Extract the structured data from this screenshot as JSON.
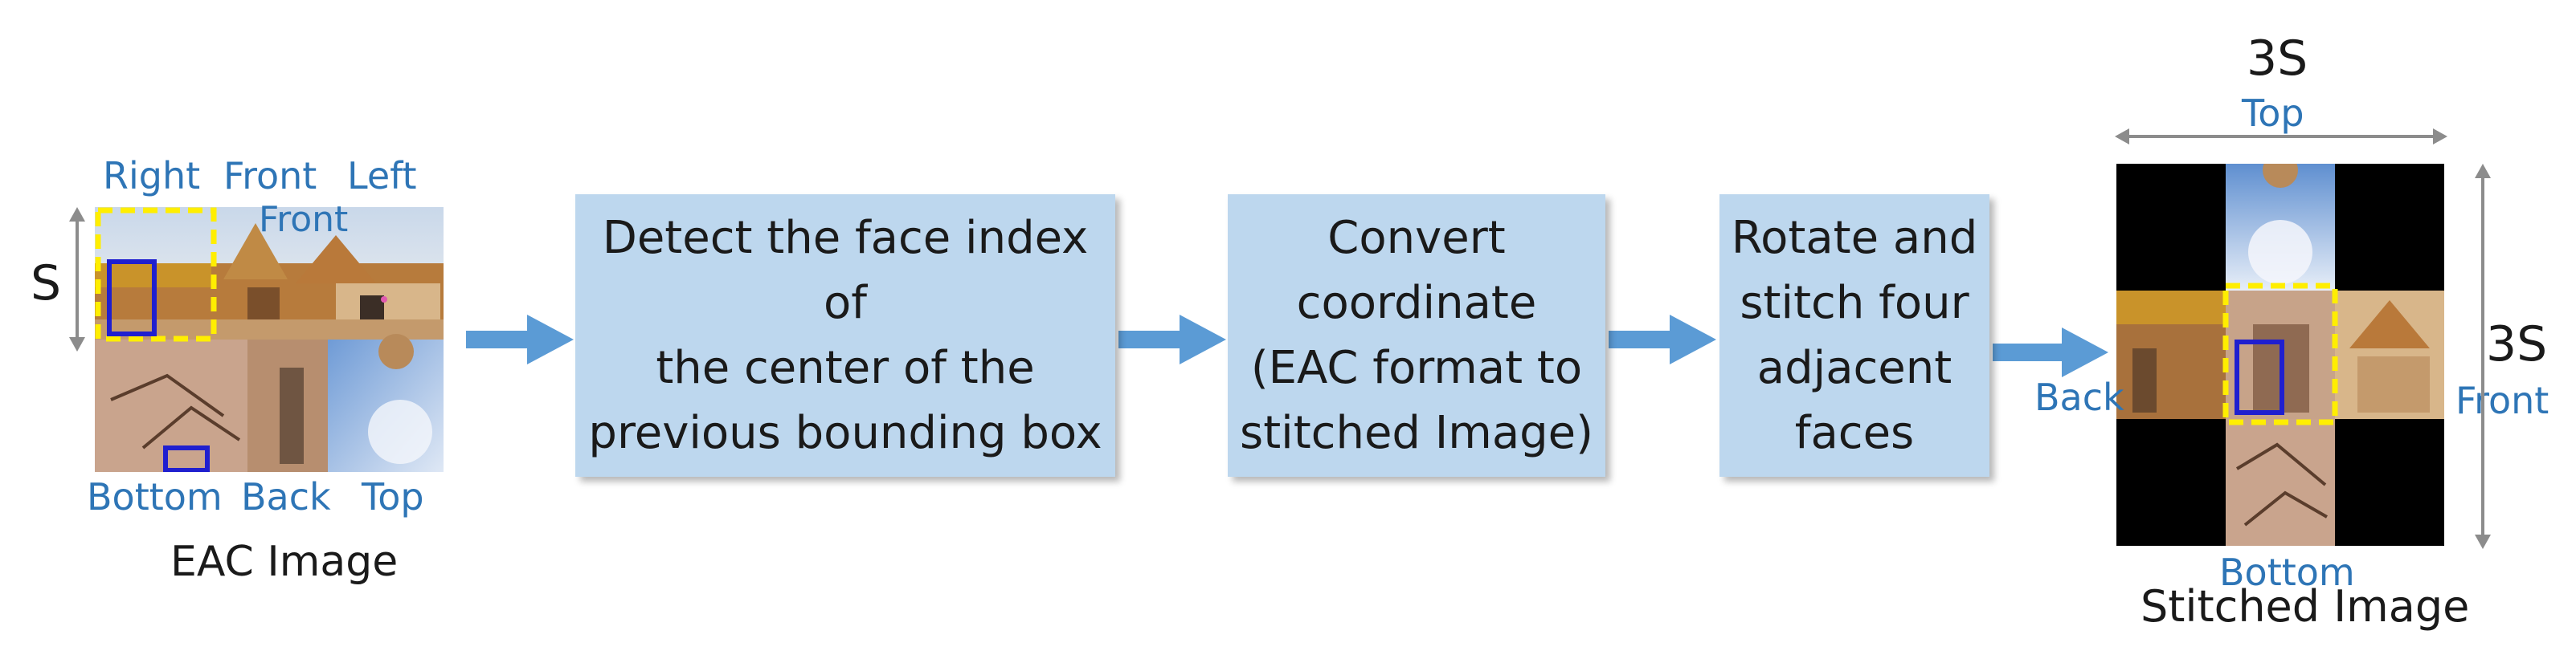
{
  "eac": {
    "face_labels_top": [
      "Right",
      "Front",
      "Left"
    ],
    "front_overlay": "Front",
    "face_labels_bottom": [
      "Bottom",
      "Back",
      "Top"
    ],
    "side_label": "S",
    "caption": "EAC Image"
  },
  "steps": [
    {
      "text": "Detect the face index of\nthe center of the\nprevious bounding box"
    },
    {
      "text": "Convert\ncoordinate\n(EAC format to\nstitched Image)"
    },
    {
      "text": "Rotate and\nstitch four\nadjacent\nfaces"
    }
  ],
  "stitched": {
    "width_label": "3S",
    "height_label": "3S",
    "top": "Top",
    "bottom": "Bottom",
    "left": "Back",
    "right": "Front",
    "caption": "Stitched Image"
  },
  "colors": {
    "arrow": "#5b9bd5",
    "box_fill": "#bdd7ee",
    "label_blue": "#2e75b6",
    "highlight_yellow": "#ffee00",
    "target_blue": "#1f1fcf",
    "dimension_gray": "#8c8c8c"
  }
}
